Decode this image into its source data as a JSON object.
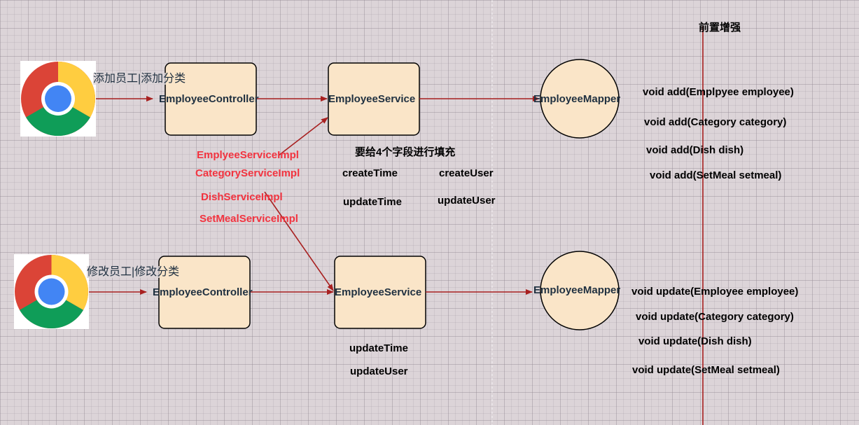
{
  "top_row": {
    "edge_label": "添加员工|添加分类",
    "controller": "EmployeeController",
    "service": "EmployeeService",
    "mapper": "EmployeeMapper"
  },
  "bottom_row": {
    "edge_label": "修改员工|修改分类",
    "controller": "EmployeeController",
    "service": "EmployeeService",
    "mapper": "EmployeeMapper"
  },
  "impls": [
    "EmplyeeServiceImpl",
    "CategoryServiceImpl",
    "DishServiceImpl",
    "SetMealServiceImpl"
  ],
  "fill_note": {
    "title": "要给4个字段进行填充",
    "create_time": "createTime",
    "create_user": "createUser",
    "update_time": "updateTime",
    "update_user": "updateUser"
  },
  "update_fields": {
    "update_time": "updateTime",
    "update_user": "updateUser"
  },
  "before_advice": "前置增强",
  "add_methods": [
    "void add(Emplpyee employee)",
    "void add(Category category)",
    "void add(Dish dish)",
    "void add(SetMeal setmeal)"
  ],
  "update_methods": [
    "void update(Employee employee)",
    "void update(Category category)",
    "void update(Dish dish)",
    "void update(SetMeal setmeal)"
  ],
  "colors": {
    "box_fill": "#fae5c8",
    "arrow": "#a82020",
    "impl_text": "#f2333f"
  }
}
